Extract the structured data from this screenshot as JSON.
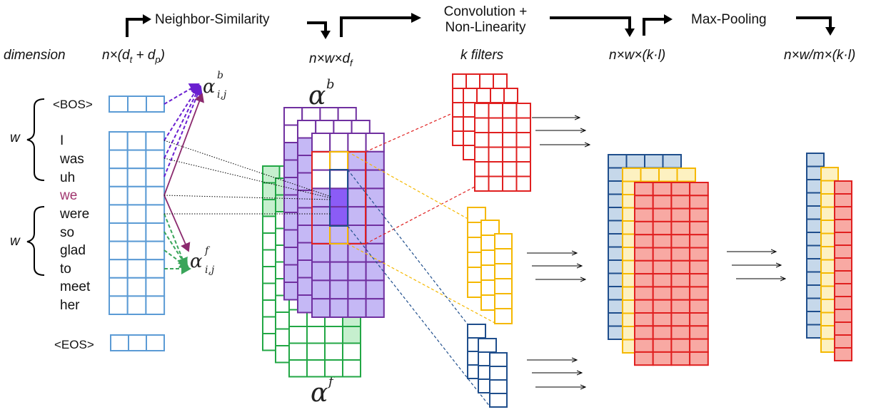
{
  "stages": {
    "neighbor_similarity": "Neighbor-Similarity",
    "convolution_line1": "Convolution +",
    "convolution_line2": "Non-Linearity",
    "max_pooling": "Max-Pooling"
  },
  "dims": {
    "label": "dimension",
    "input_base": "n×(d",
    "input_sub1": "t",
    "input_mid": " + d",
    "input_sub2": "p",
    "input_end": ")",
    "sim_base": "n×w×d",
    "sim_sub": "f",
    "filters": "k filters",
    "conv": "n×w×(k·l)",
    "pool": "n×w/m×(k·l)"
  },
  "window_label": "w",
  "bos": "<BOS>",
  "eos": "<EOS>",
  "words": [
    "I",
    "was",
    "uh",
    "we",
    "were",
    "so",
    "glad",
    "to",
    "meet",
    "her"
  ],
  "alpha_symbol": "α",
  "alpha_b_sup": "b",
  "alpha_f_sup": "f",
  "alpha_sub": "i,j",
  "colors": {
    "embedding": "#5b9bd5",
    "purple": "#7030a0",
    "purple_fill": "#c5b8f5",
    "purple_dark": "#8b5cf6",
    "green": "#22a745",
    "green_fill": "#c6efce",
    "red": "#e02020",
    "red_fill": "#f8a9a3",
    "yellow": "#f5b800",
    "yellow_fill": "#fdf1c1",
    "blue": "#1f4e8c",
    "blue_fill": "#c6d8ea",
    "current_word": "#a0356e"
  }
}
